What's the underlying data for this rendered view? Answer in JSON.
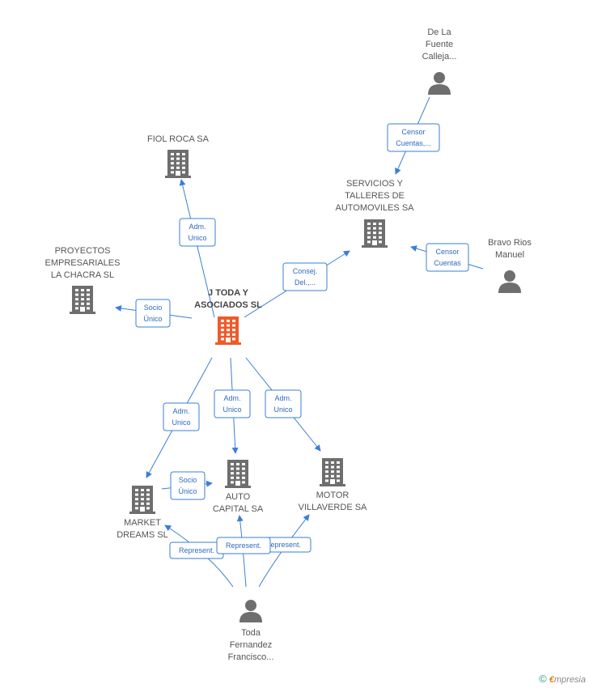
{
  "nodes": [
    {
      "id": "main",
      "type": "company",
      "main": true,
      "lines": [
        "J TODA Y",
        "ASOCIADOS SL"
      ]
    },
    {
      "id": "fiol",
      "type": "company",
      "lines": [
        "FIOL ROCA SA"
      ]
    },
    {
      "id": "proyectos",
      "type": "company",
      "lines": [
        "PROYECTOS",
        "EMPRESARIALES",
        "LA CHACRA SL"
      ]
    },
    {
      "id": "servicios",
      "type": "company",
      "lines": [
        "SERVICIOS Y",
        "TALLERES DE",
        "AUTOMOVILES SA"
      ]
    },
    {
      "id": "delafuente",
      "type": "person",
      "lines": [
        "De La",
        "Fuente",
        "Calleja..."
      ]
    },
    {
      "id": "bravo",
      "type": "person",
      "lines": [
        "Bravo Rios",
        "Manuel"
      ]
    },
    {
      "id": "market",
      "type": "company",
      "lines": [
        "MARKET",
        "DREAMS SL"
      ]
    },
    {
      "id": "auto",
      "type": "company",
      "lines": [
        "AUTO",
        "CAPITAL SA"
      ]
    },
    {
      "id": "motor",
      "type": "company",
      "lines": [
        "MOTOR",
        "VILLAVERDE SA"
      ]
    },
    {
      "id": "toda",
      "type": "person",
      "lines": [
        "Toda",
        "Fernandez",
        "Francisco..."
      ]
    }
  ],
  "edges": [
    {
      "id": "e-main-fiol",
      "from": "main",
      "to": "fiol",
      "label": [
        "Adm.",
        "Unico"
      ]
    },
    {
      "id": "e-main-proyectos",
      "from": "main",
      "to": "proyectos",
      "label": [
        "Socio",
        "Único"
      ]
    },
    {
      "id": "e-main-servicios",
      "from": "main",
      "to": "servicios",
      "label": [
        "Consej.",
        "Del.,..."
      ]
    },
    {
      "id": "e-delafuente-servicios",
      "from": "delafuente",
      "to": "servicios",
      "label": [
        "Censor",
        "Cuentas,..."
      ]
    },
    {
      "id": "e-bravo-servicios",
      "from": "bravo",
      "to": "servicios",
      "label": [
        "Censor",
        "Cuentas"
      ]
    },
    {
      "id": "e-main-market",
      "from": "main",
      "to": "market",
      "label": [
        "Adm.",
        "Unico"
      ]
    },
    {
      "id": "e-main-auto",
      "from": "main",
      "to": "auto",
      "label": [
        "Adm.",
        "Unico"
      ]
    },
    {
      "id": "e-main-motor",
      "from": "main",
      "to": "motor",
      "label": [
        "Adm.",
        "Unico"
      ]
    },
    {
      "id": "e-market-auto",
      "from": "market",
      "to": "auto",
      "label": [
        "Socio",
        "Único"
      ]
    },
    {
      "id": "e-toda-market",
      "from": "toda",
      "to": "market",
      "label": [
        "Represent."
      ]
    },
    {
      "id": "e-toda-motor",
      "from": "toda",
      "to": "motor",
      "label": [
        "Represent."
      ]
    },
    {
      "id": "e-toda-auto",
      "from": "toda",
      "to": "auto",
      "label": [
        "Represent."
      ]
    }
  ],
  "colors": {
    "edge": "#3a7fd5",
    "company": "#6e6e6e",
    "main_company": "#f05a28",
    "person": "#6e6e6e"
  },
  "footer": {
    "copyright": "©",
    "brand_first": "€",
    "brand_rest": "mpresia"
  }
}
